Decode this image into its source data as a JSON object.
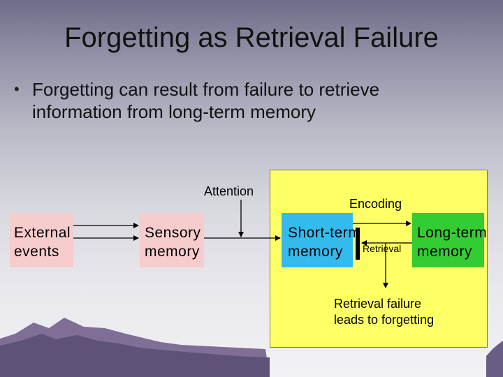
{
  "title": "Forgetting as Retrieval Failure",
  "bullet": {
    "marker": "•",
    "line1": "Forgetting can result from failure to retrieve",
    "line2": "information from long-term memory"
  },
  "diagram": {
    "attention": "Attention",
    "encoding": "Encoding",
    "retrieval": "Retrieval",
    "external": [
      "External",
      "events"
    ],
    "sensory": [
      "Sensory",
      "memory"
    ],
    "short_term": [
      "Short-term",
      "memory"
    ],
    "long_term": [
      "Long-term",
      "memory"
    ],
    "failure": [
      "Retrieval failure",
      "leads to forgetting"
    ]
  },
  "colors": {
    "external_box": "#f6cccc",
    "sensory_box": "#f6cccc",
    "stm_box": "#33bbee",
    "ltm_box": "#33cc33",
    "highlight_panel": "#ffff66"
  }
}
